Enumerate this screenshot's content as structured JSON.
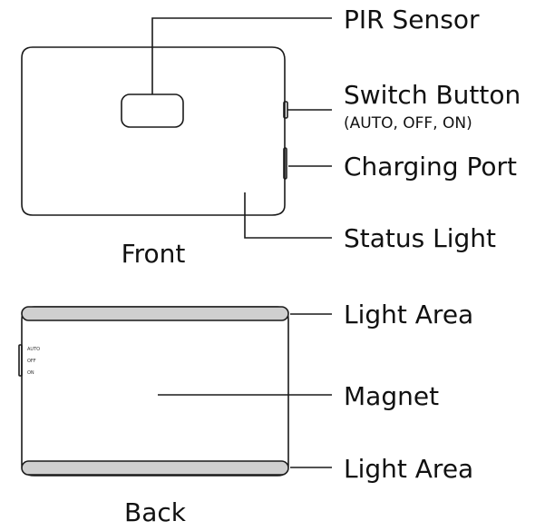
{
  "front": {
    "caption": "Front",
    "labels": {
      "pir_sensor": "PIR Sensor",
      "switch_button": "Switch Button",
      "switch_modes": "(AUTO, OFF, ON)",
      "charging_port": "Charging Port",
      "status_light": "Status Light"
    }
  },
  "back": {
    "caption": "Back",
    "labels": {
      "light_area_top": "Light Area",
      "magnet": "Magnet",
      "light_area_bottom": "Light Area"
    },
    "switch_positions": [
      "AUTO",
      "OFF",
      "ON"
    ]
  },
  "colors": {
    "stroke": "#1a1a1a",
    "light_area_fill": "#cfcfcf",
    "text": "#111111"
  }
}
